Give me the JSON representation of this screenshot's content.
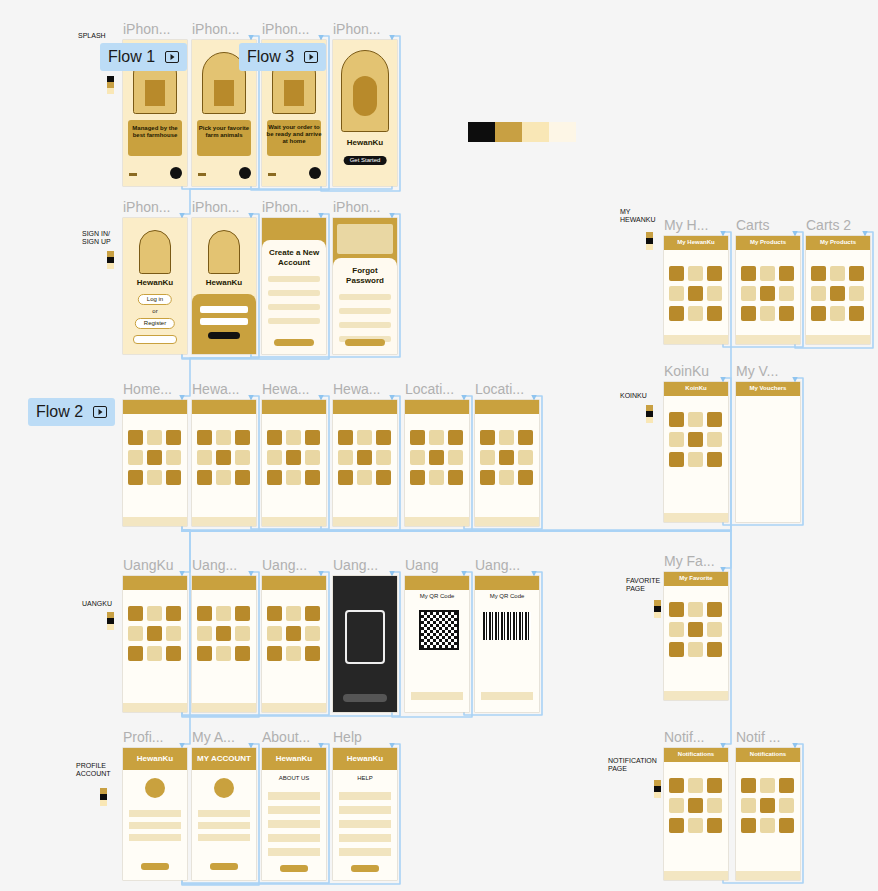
{
  "diagram": {
    "nodes": [
      {
        "text": [
          "iPhon...",
          "Managed by the best farmhouse"
        ]
      },
      {
        "text": [
          "iPhon...",
          "Pick your favorite farm animals"
        ]
      },
      {
        "text": [
          "iPhon...",
          "Wait your order to be ready and arrive at home"
        ]
      },
      {
        "text": [
          "iPhon...",
          "HewanKu",
          "Get Started"
        ]
      },
      {
        "text": [
          "iPhon...",
          "HewanKu",
          "Log in",
          "or",
          "Register"
        ]
      },
      {
        "text": [
          "iPhon...",
          "HewanKu"
        ]
      },
      {
        "text": [
          "iPhon...",
          "Create a New Account"
        ]
      },
      {
        "text": [
          "iPhon...",
          "Forgot Password"
        ]
      },
      {
        "text": [
          "Home..."
        ]
      },
      {
        "text": [
          "Hewa..."
        ]
      },
      {
        "text": [
          "Hewa..."
        ]
      },
      {
        "text": [
          "Hewa..."
        ]
      },
      {
        "text": [
          "Locati..."
        ]
      },
      {
        "text": [
          "Locati..."
        ]
      },
      {
        "text": [
          "UangKu"
        ]
      },
      {
        "text": [
          "Uang..."
        ]
      },
      {
        "text": [
          "Uang..."
        ]
      },
      {
        "text": [
          "Uang..."
        ]
      },
      {
        "text": [
          "Uang",
          "My QR Code"
        ]
      },
      {
        "text": [
          "Uang...",
          "My QR Code"
        ]
      },
      {
        "text": [
          "Profi...",
          "HewanKu"
        ]
      },
      {
        "text": [
          "My A...",
          "MY ACCOUNT"
        ]
      },
      {
        "text": [
          "About...",
          "HewanKu",
          "ABOUT US"
        ]
      },
      {
        "text": [
          "Help",
          "HewanKu",
          "HELP"
        ]
      },
      {
        "text": [
          "My H...",
          "My HewanKu"
        ]
      },
      {
        "text": [
          "Carts",
          "My Products"
        ]
      },
      {
        "text": [
          "Carts 2",
          "My Products"
        ]
      },
      {
        "text": [
          "KoinKu",
          "KoinKu"
        ]
      },
      {
        "text": [
          "My V...",
          "My Vouchers"
        ]
      },
      {
        "text": [
          "My Fa...",
          "My Favorite"
        ]
      },
      {
        "text": [
          "Notif...",
          "Notifications"
        ]
      },
      {
        "text": [
          "Notif ...",
          "Notifications"
        ]
      },
      {
        "text": [
          "Flow 1"
        ]
      },
      {
        "text": [
          "Flow 3"
        ]
      },
      {
        "text": [
          "Flow 2"
        ]
      }
    ],
    "edges": [
      {
        "from": 0,
        "to": 1,
        "arrow": "to"
      },
      {
        "from": 1,
        "to": 2,
        "arrow": "to"
      },
      {
        "from": 2,
        "to": 3,
        "arrow": "to"
      },
      {
        "from": 3,
        "to": 4,
        "arrow": "to"
      },
      {
        "from": 4,
        "to": 5,
        "arrow": "to"
      },
      {
        "from": 4,
        "to": 6,
        "arrow": "to"
      },
      {
        "from": 5,
        "to": 7,
        "arrow": "to"
      },
      {
        "from": 5,
        "to": 8,
        "arrow": "to"
      },
      {
        "from": 8,
        "to": 9,
        "arrow": "to"
      },
      {
        "from": 9,
        "to": 10,
        "arrow": "to"
      },
      {
        "from": 10,
        "to": 11,
        "arrow": "to"
      },
      {
        "from": 8,
        "to": 12,
        "arrow": "to"
      },
      {
        "from": 12,
        "to": 13,
        "arrow": "to"
      },
      {
        "from": 8,
        "to": 14,
        "arrow": "to"
      },
      {
        "from": 14,
        "to": 15,
        "arrow": "to"
      },
      {
        "from": 14,
        "to": 16,
        "arrow": "to"
      },
      {
        "from": 14,
        "to": 17,
        "arrow": "to"
      },
      {
        "from": 17,
        "to": 18,
        "arrow": "to"
      },
      {
        "from": 18,
        "to": 19,
        "arrow": "to"
      },
      {
        "from": 8,
        "to": 20,
        "arrow": "to"
      },
      {
        "from": 20,
        "to": 21,
        "arrow": "to"
      },
      {
        "from": 20,
        "to": 22,
        "arrow": "to"
      },
      {
        "from": 20,
        "to": 23,
        "arrow": "to"
      },
      {
        "from": 8,
        "to": 24,
        "arrow": "to"
      },
      {
        "from": 24,
        "to": 25,
        "arrow": "to"
      },
      {
        "from": 25,
        "to": 26,
        "arrow": "to"
      },
      {
        "from": 8,
        "to": 27,
        "arrow": "to"
      },
      {
        "from": 27,
        "to": 28,
        "arrow": "to"
      },
      {
        "from": 8,
        "to": 29,
        "arrow": "to"
      },
      {
        "from": 8,
        "to": 30,
        "arrow": "to"
      },
      {
        "from": 30,
        "to": 31,
        "arrow": "to"
      }
    ],
    "labels": [
      "SPLASH",
      "SIGN IN/ SIGN UP",
      "UANGKU",
      "PROFILE ACCOUNT",
      "MY HEWANKU",
      "KOINKU",
      "FAVORITE PAGE",
      "NOTIFICATION PAGE"
    ]
  }
}
